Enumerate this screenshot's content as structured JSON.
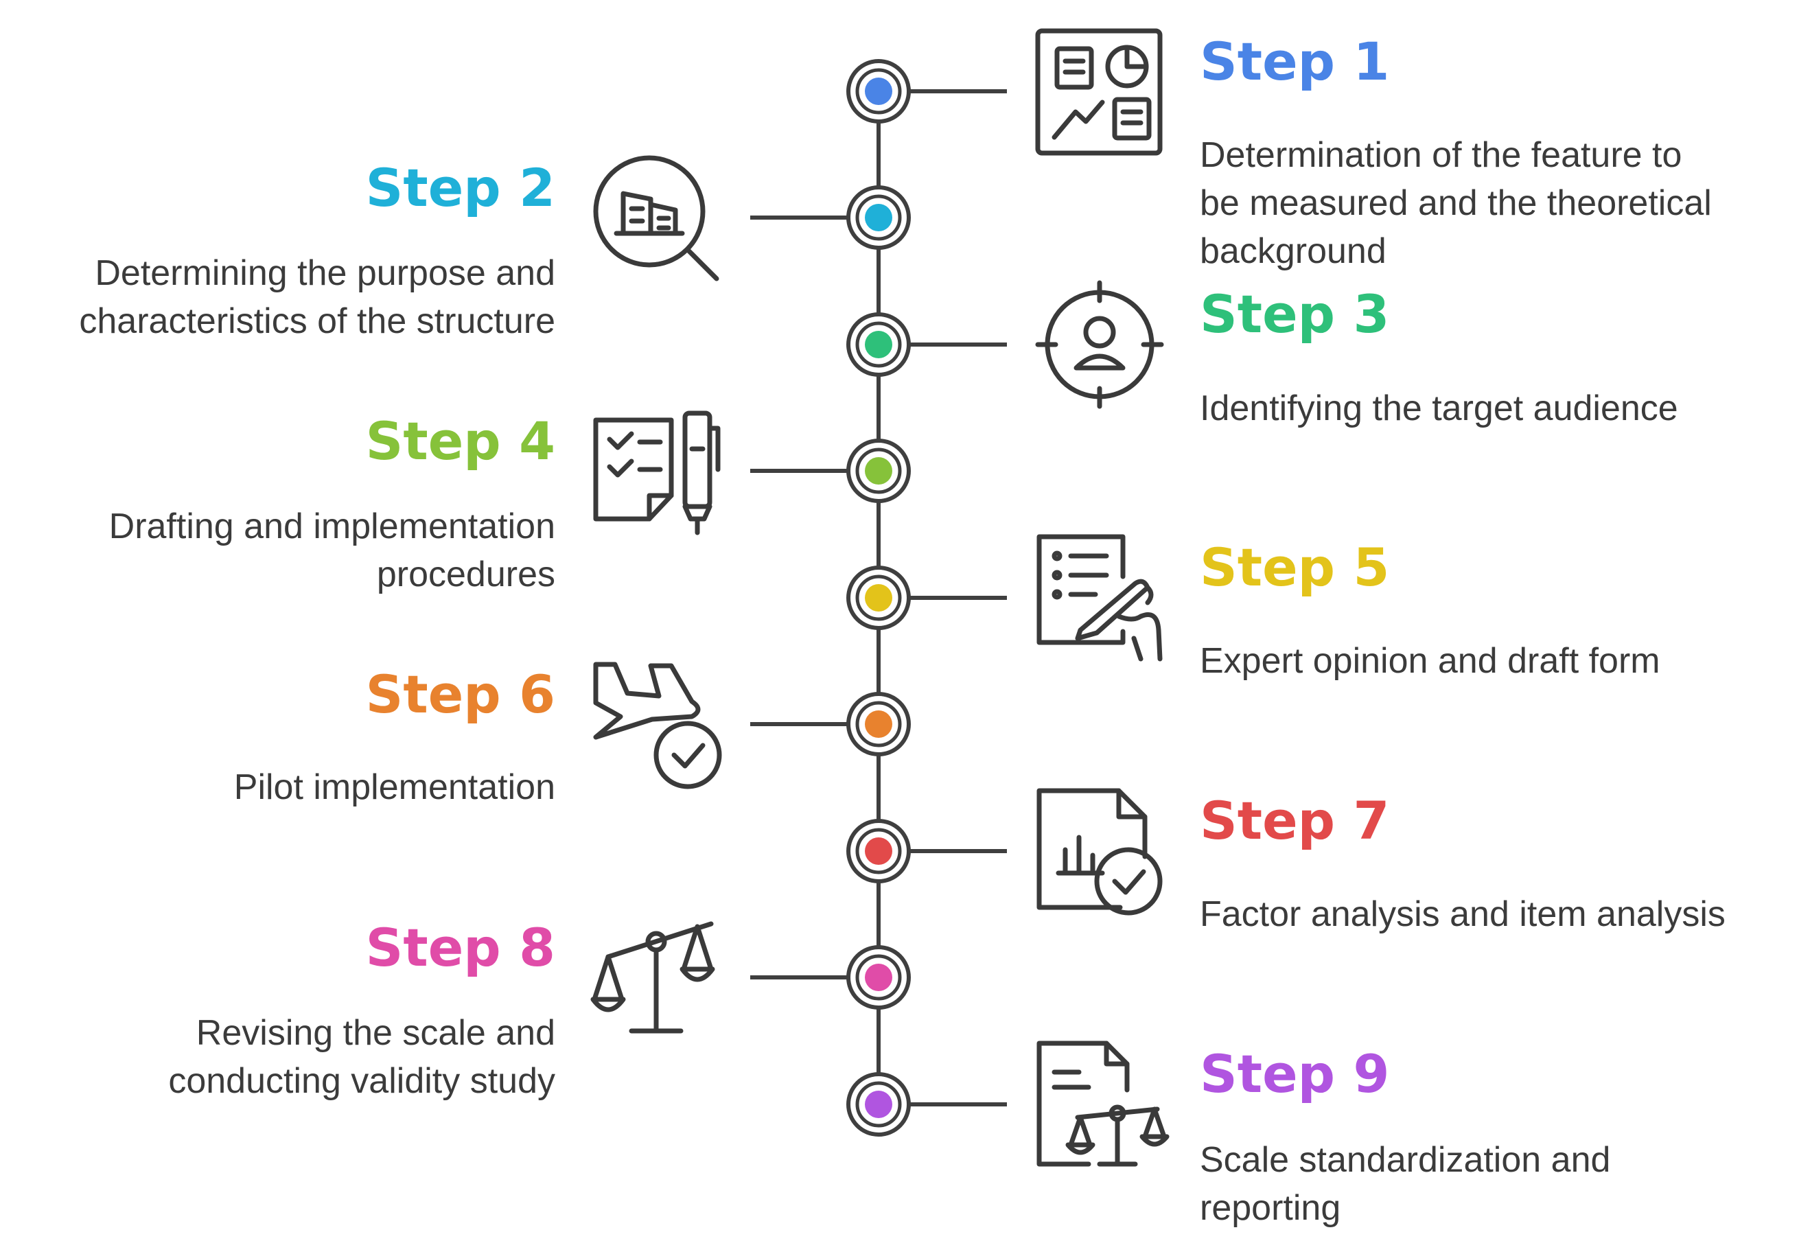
{
  "steps": [
    {
      "title": "Step 1",
      "color": "#4a84e6",
      "side": "right",
      "icon": "dashboard-icon",
      "lines": [
        "Determination of the feature to",
        "be measured and the theoretical",
        "background"
      ]
    },
    {
      "title": "Step 2",
      "color": "#1fb0d8",
      "side": "left",
      "icon": "search-structure-icon",
      "lines": [
        "Determining the purpose and",
        "characteristics of the structure"
      ]
    },
    {
      "title": "Step 3",
      "color": "#2ec07a",
      "side": "right",
      "icon": "target-user-icon",
      "lines": [
        "Identifying the target audience"
      ]
    },
    {
      "title": "Step 4",
      "color": "#86c23a",
      "side": "left",
      "icon": "checklist-pen-icon",
      "lines": [
        "Drafting and implementation",
        "procedures"
      ]
    },
    {
      "title": "Step 5",
      "color": "#e3c31a",
      "side": "right",
      "icon": "writing-list-icon",
      "lines": [
        "Expert opinion and draft form"
      ]
    },
    {
      "title": "Step 6",
      "color": "#e8822e",
      "side": "left",
      "icon": "plane-check-icon",
      "lines": [
        "Pilot implementation"
      ]
    },
    {
      "title": "Step 7",
      "color": "#e24a4a",
      "side": "right",
      "icon": "report-check-icon",
      "lines": [
        "Factor analysis and item analysis"
      ]
    },
    {
      "title": "Step 8",
      "color": "#e04ca8",
      "side": "left",
      "icon": "scales-icon",
      "lines": [
        "Revising the scale and",
        "conducting validity study"
      ]
    },
    {
      "title": "Step 9",
      "color": "#b055e0",
      "side": "right",
      "icon": "document-scales-icon",
      "lines": [
        "Scale standardization and",
        "reporting"
      ]
    }
  ]
}
